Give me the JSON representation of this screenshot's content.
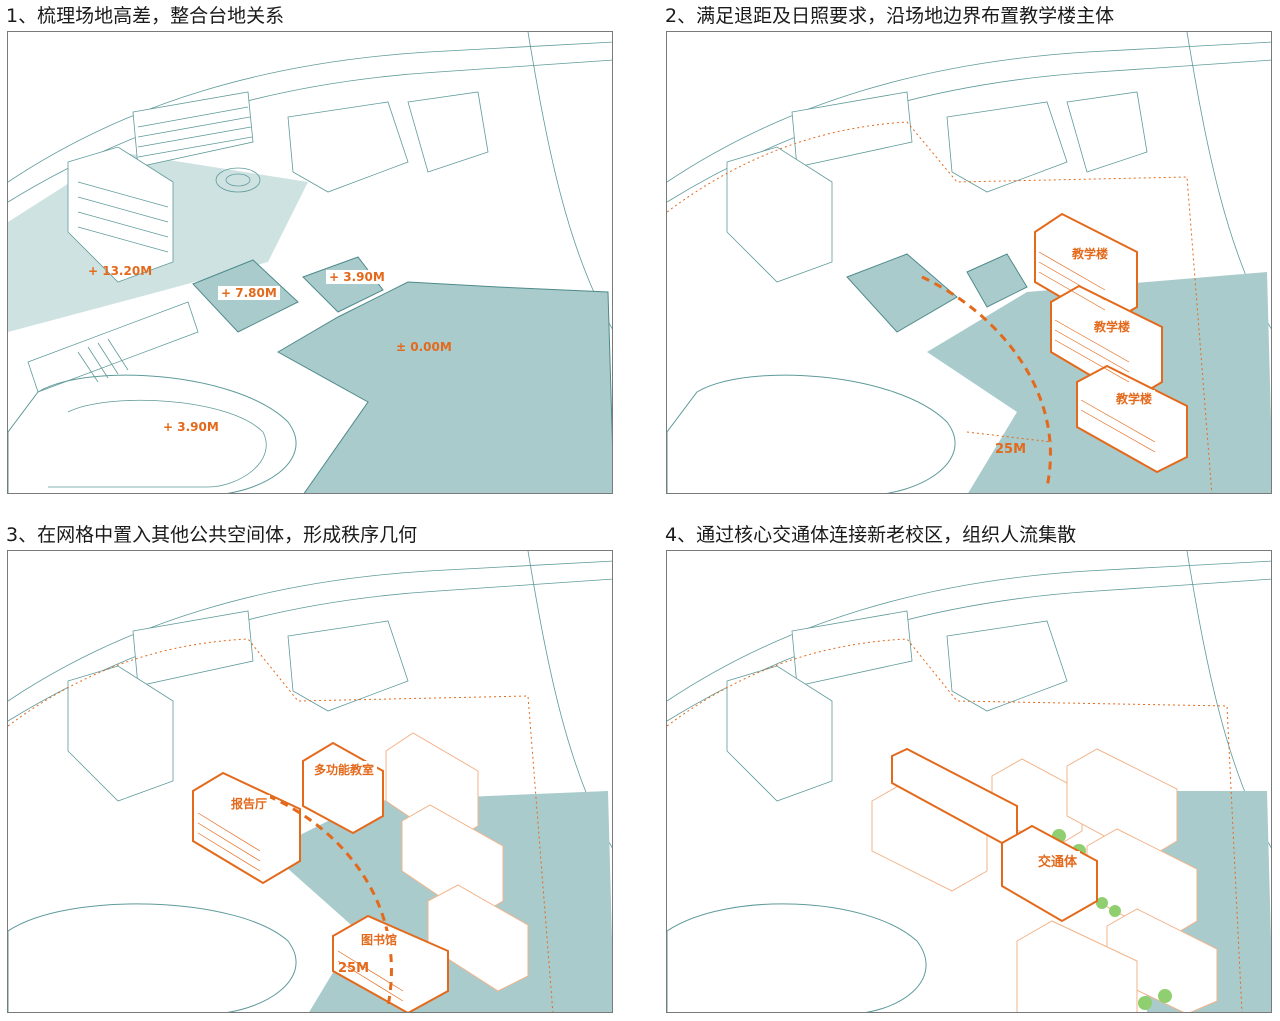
{
  "panels": [
    {
      "title": "1、梳理场地高差，整合台地关系",
      "labels": {
        "level_1": "+ 13.20M",
        "level_2": "+ 7.80M",
        "level_3": "+ 3.90M",
        "level_4": "± 0.00M",
        "level_5": "+ 3.90M"
      }
    },
    {
      "title": "2、满足退距及日照要求，沿场地边界布置教学楼主体",
      "labels": {
        "building_1": "教学楼",
        "building_2": "教学楼",
        "building_3": "教学楼",
        "setback": "25M"
      }
    },
    {
      "title": "3、在网格中置入其他公共空间体，形成秩序几何",
      "labels": {
        "multi_room": "多功能教室",
        "auditorium": "报告厅",
        "library": "图书馆",
        "setback": "25M"
      }
    },
    {
      "title": "4、通过核心交通体连接新老校区，组织人流集散",
      "labels": {
        "core": "交通体"
      }
    }
  ],
  "colors": {
    "accent": "#e36a1c",
    "terrace": "#a9cbcc",
    "line": "#5f9a9a"
  }
}
